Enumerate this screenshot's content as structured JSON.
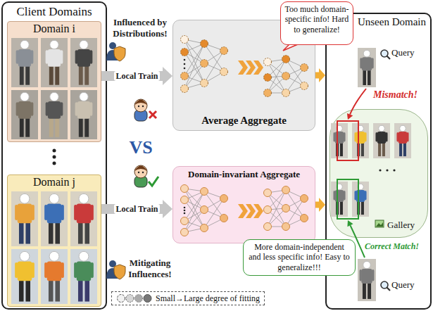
{
  "diagram": {
    "nodes": [
      {
        "text": [
          "Client Domains"
        ]
      },
      {
        "text": [
          "Domain i"
        ],
        "in": 0
      },
      {
        "text": [
          "Domain j"
        ],
        "in": 0
      },
      {
        "text": [
          "Average Aggregate"
        ]
      },
      {
        "text": [
          "Too much domain-specific info! Hard to generalize!"
        ]
      },
      {
        "text": [
          "Domain-invariant Aggregate"
        ]
      },
      {
        "text": [
          "More domain-independent and less specific info! Easy to generalize!!!"
        ]
      },
      {
        "text": [
          "Unseen Domain"
        ]
      },
      {
        "text": [
          "Gallery"
        ],
        "in": 7
      }
    ],
    "edges": [
      {
        "from": 1,
        "to": 3,
        "arrow": "to",
        "label": "Local Train"
      },
      {
        "from": 2,
        "to": 5,
        "arrow": "to",
        "label": "Local Train"
      },
      {
        "from": 3,
        "to": 7,
        "arrow": "to"
      },
      {
        "from": 5,
        "to": 7,
        "arrow": "to"
      }
    ],
    "labels": [
      "Influenced by Distributions!",
      "VS",
      "Mitigating Influences!",
      "Query",
      "Mismatch!",
      "Correct Match!",
      "Query"
    ],
    "legend": [
      {
        "text": "Small→Large degree of fitting"
      }
    ]
  }
}
